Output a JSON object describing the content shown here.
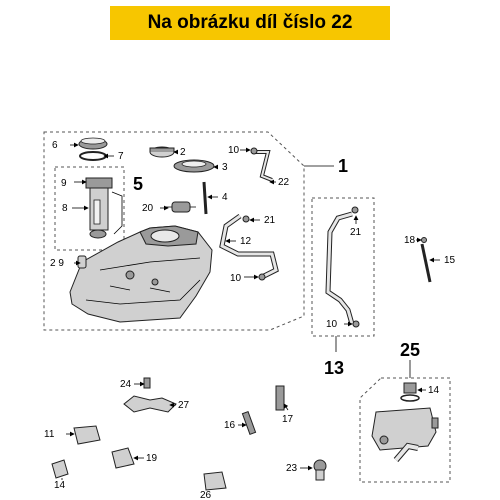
{
  "banner": {
    "text": "Na obrázku díl číslo 22",
    "color": "#f7c600"
  },
  "labels": {
    "p1": "1",
    "p2": "2",
    "p3": "3",
    "p4": "4",
    "p5": "5",
    "p6": "6",
    "p7": "7",
    "p8": "8",
    "p9": "9",
    "p10a": "10",
    "p10b": "10",
    "p10c": "10",
    "p11": "11",
    "p12": "12",
    "p13": "13",
    "p14a": "14",
    "p14b": "14",
    "p15": "15",
    "p16": "16",
    "p17": "17",
    "p18": "18",
    "p19": "19",
    "p20": "20",
    "p21a": "21",
    "p21b": "21",
    "p22": "22",
    "p23": "23",
    "p24": "24",
    "p25": "25",
    "p26": "26",
    "p27": "27",
    "p29": "2 9"
  }
}
